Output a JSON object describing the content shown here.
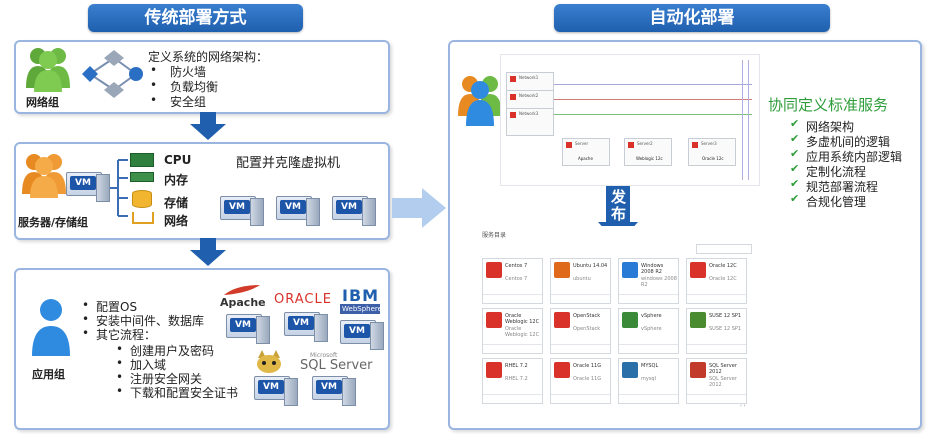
{
  "left": {
    "title": "传统部署方式",
    "network": {
      "role_label": "网络组",
      "heading": "定义系统的网络架构：",
      "items": [
        "防火墙",
        "负载均衡",
        "安全组"
      ]
    },
    "server": {
      "role_label": "服务器/存储组",
      "resources": [
        "CPU",
        "内存",
        "存储",
        "网络"
      ],
      "task": "配置并克隆虚拟机"
    },
    "app": {
      "role_label": "应用组",
      "items": [
        "配置OS",
        "安装中间件、数据库",
        "其它流程："
      ],
      "subitems": [
        "创建用户及密码",
        "加入域",
        "注册安全网关",
        "下载和配置安全证书"
      ],
      "logos": {
        "apache": "Apache",
        "oracle": "ORACLE",
        "ibm": "IBM",
        "websphere": "WebSphere",
        "sqlserver": "SQL Server",
        "microsoft": "Microsoft"
      }
    },
    "vm_label": "VM"
  },
  "right": {
    "title": "自动化部署",
    "publish": "发布",
    "standard_title": "协同定义标准服务",
    "standard_items": [
      "网络架构",
      "多虚机间的逻辑",
      "应用系统内部逻辑",
      "定制化流程",
      "规范部署流程",
      "合规化管理"
    ],
    "topology": {
      "networks": [
        "Network1",
        "Network2",
        "Network3"
      ],
      "servers": [
        "Server",
        "Server2",
        "Server3"
      ],
      "apps": [
        "Apache",
        "Weblogic 12c",
        "Oracle 12c"
      ]
    },
    "catalog": {
      "title": "服务目录",
      "cards": [
        {
          "name": "Centos 7",
          "sub": "Centos 7",
          "color": "#d9322b"
        },
        {
          "name": "Ubuntu 14.04",
          "sub": "ubuntu",
          "color": "#e06a1b"
        },
        {
          "name": "Windows 2008 R2",
          "sub": "windows 2008 R2",
          "color": "#2a7bd6"
        },
        {
          "name": "Oracle 12C",
          "sub": "Oracle 12C",
          "color": "#d9322b"
        },
        {
          "name": "Oracle Weblogic 12C",
          "sub": "Oracle Weblogic 12C",
          "color": "#d9322b"
        },
        {
          "name": "OpenStack",
          "sub": "OpenStack",
          "color": "#d9322b"
        },
        {
          "name": "vSphere",
          "sub": "vSphere",
          "color": "#3a8a3a"
        },
        {
          "name": "SUSE 12 SP1",
          "sub": "SUSE 12 SP1",
          "color": "#4a8b2f"
        },
        {
          "name": "RHEL 7.2",
          "sub": "RHEL 7.2",
          "color": "#d9322b"
        },
        {
          "name": "Oracle 11G",
          "sub": "Oracle 11G",
          "color": "#d9322b"
        },
        {
          "name": "MYSQL",
          "sub": "mysql",
          "color": "#2a6fa8"
        },
        {
          "name": "SQL Server 2012",
          "sub": "SQL Server 2012",
          "color": "#c23a2a"
        }
      ]
    }
  },
  "colors": {
    "banner": "#1f5fae",
    "arrow": "#1f5fae",
    "accent_green": "#2e9d3a",
    "panel_border": "#9ab6e0"
  }
}
